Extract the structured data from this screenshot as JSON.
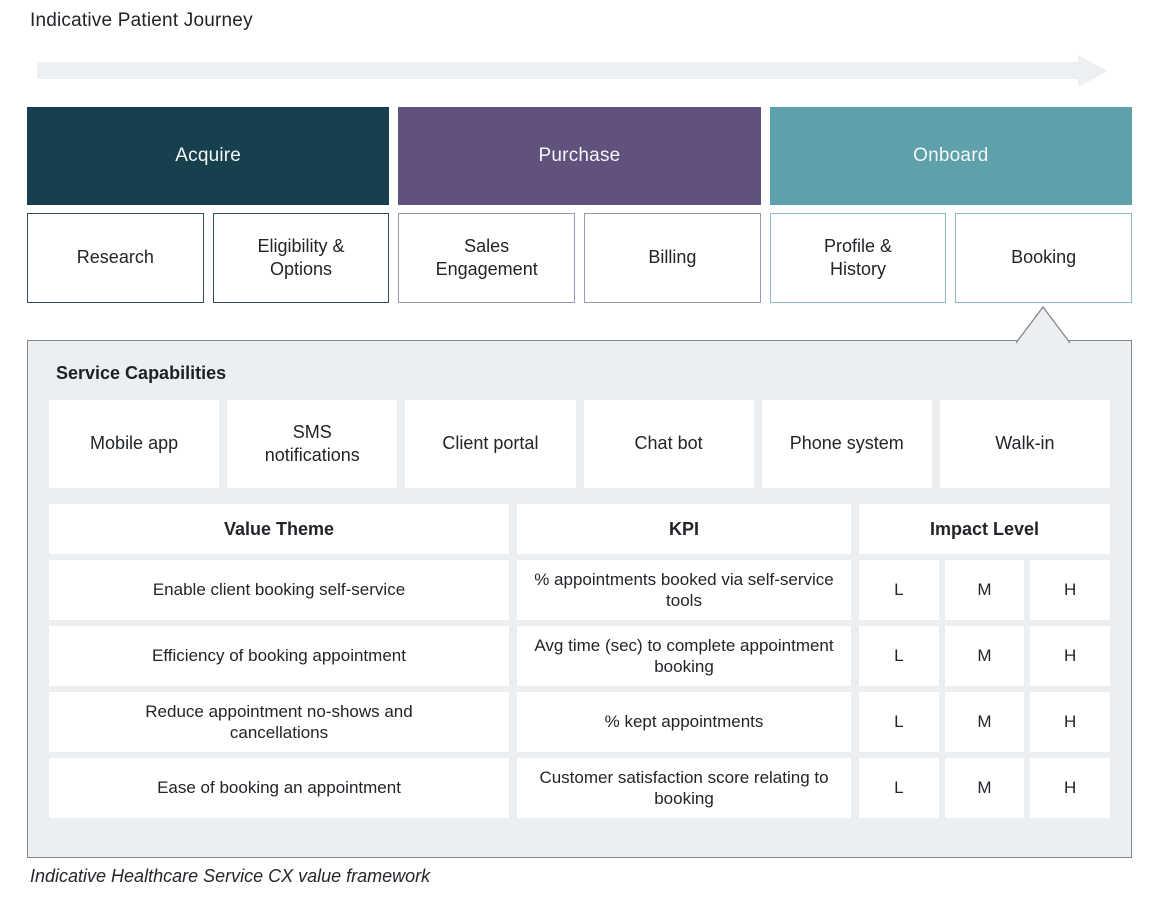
{
  "page": {
    "title": "Indicative Patient Journey",
    "caption": "Indicative Healthcare Service CX value framework"
  },
  "colors": {
    "acquire": "#17404e",
    "acquire_border": "#2e4f5c",
    "purchase": "#60527d",
    "purchase_border": "#a393b5",
    "onboard": "#5fa1ab",
    "onboard_border": "#8cbac2",
    "arrow": "#edf0f3",
    "panel_bg": "#eceff1",
    "panel_border": "#82878c",
    "cell_bg": "#ffffff",
    "text": "#212529"
  },
  "journey": {
    "phases": [
      {
        "label": "Acquire",
        "color": "#17404e",
        "border": "#2e4f5c",
        "stages": [
          "Research",
          "Eligibility & Options"
        ]
      },
      {
        "label": "Purchase",
        "color": "#60527d",
        "border": "#a393b5",
        "stages": [
          "Sales Engagement",
          "Billing"
        ]
      },
      {
        "label": "Onboard",
        "color": "#5fa1ab",
        "border": "#8cbac2",
        "stages": [
          "Profile & History",
          "Booking"
        ]
      }
    ],
    "selected_stage": "Booking"
  },
  "panel": {
    "title": "Service Capabilities",
    "capabilities": [
      "Mobile app",
      "SMS notifications",
      "Client portal",
      "Chat bot",
      "Phone system",
      "Walk-in"
    ],
    "table": {
      "headers": [
        "Value Theme",
        "KPI",
        "Impact Level"
      ],
      "rows": [
        {
          "value_theme": "Enable client booking self-service",
          "kpi": "% appointments booked via self-service tools",
          "impact": [
            "L",
            "M",
            "H"
          ]
        },
        {
          "value_theme": "Efficiency of booking appointment",
          "kpi": "Avg time (sec) to complete appointment booking",
          "impact": [
            "L",
            "M",
            "H"
          ]
        },
        {
          "value_theme": "Reduce appointment no-shows and cancellations",
          "kpi": "% kept appointments",
          "impact": [
            "L",
            "M",
            "H"
          ]
        },
        {
          "value_theme": "Ease of booking an appointment",
          "kpi": "Customer satisfaction score relating to booking",
          "impact": [
            "L",
            "M",
            "H"
          ]
        }
      ]
    }
  }
}
